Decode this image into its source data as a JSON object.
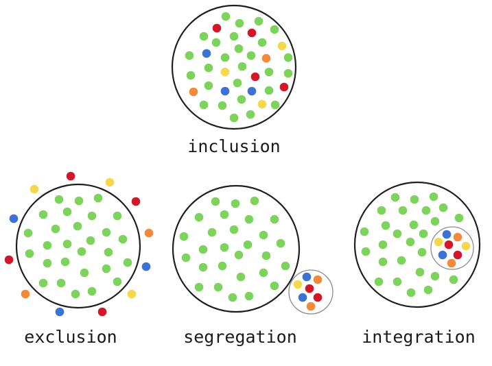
{
  "labels": {
    "inclusion": "inclusion",
    "exclusion": "exclusion",
    "segregation": "segregation",
    "integration": "integration"
  },
  "colors": {
    "G": "#7dd35c",
    "R": "#d3172b",
    "B": "#3b72d6",
    "Y": "#f6d84c",
    "O": "#f38a3b",
    "outline": "#1e1e1e",
    "inner_outline": "#8a8a8a"
  }
}
